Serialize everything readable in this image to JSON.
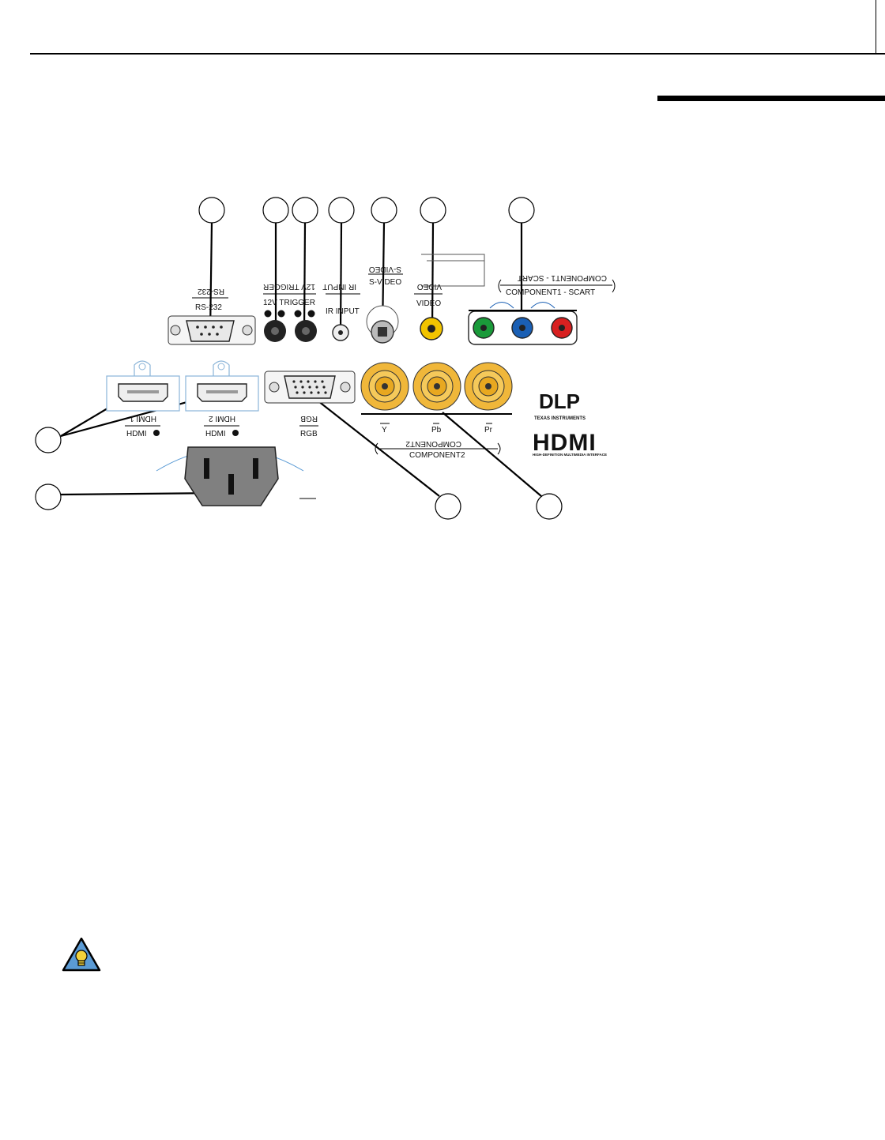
{
  "labels": {
    "rs232": "RS-232",
    "trigger1": "12V TRIGGER",
    "trigger2": "12V TRIGGER",
    "ir_input": "IR INPUT",
    "svideo": "S-VIDEO",
    "video": "VIDEO",
    "component1": "COMPONENT1 - SCART",
    "hdmi1": "HDMI",
    "hdmi2": "HDMI",
    "rgb": "RGB",
    "y": "Y",
    "pb": "Pb",
    "pr": "Pr",
    "component2": "COMPONENT2"
  },
  "logos": {
    "dlp": "DLP",
    "dlp_small": "TEXAS INSTRUMENTS",
    "hdmi": "HDMI",
    "hdmi_small": "HIGH-DEFINITION MULTIMEDIA INTERFACE"
  },
  "colors": {
    "yellow": "#f2c400",
    "bnc_gold": "#f0b73a",
    "green": "#1a9a3a",
    "blue": "#1a5fb4",
    "red": "#d82020",
    "power_gray": "#808080",
    "tip_blue": "#5b9bd5"
  },
  "icons": {
    "tip": "lightbulb-tip-icon"
  }
}
